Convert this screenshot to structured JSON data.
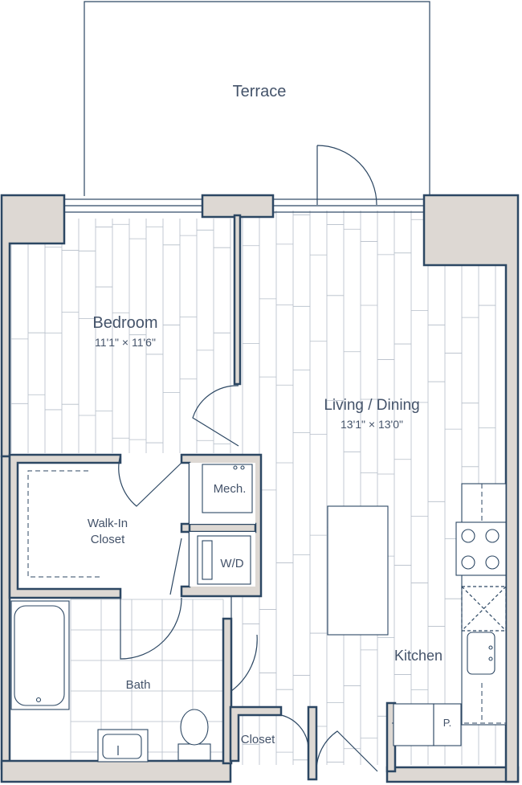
{
  "rooms": {
    "terrace": {
      "name": "Terrace"
    },
    "bedroom": {
      "name": "Bedroom",
      "dims": "11'1\" × 11'6\""
    },
    "living": {
      "name": "Living / Dining",
      "dims": "13'1\" × 13'0\""
    },
    "walkin": {
      "line1": "Walk-In",
      "line2": "Closet"
    },
    "mech": {
      "name": "Mech."
    },
    "wd": {
      "name": "W/D"
    },
    "bath": {
      "name": "Bath"
    },
    "kitchen": {
      "name": "Kitchen"
    },
    "closet": {
      "name": "Closet"
    },
    "pantry": {
      "name": "P."
    }
  },
  "colors": {
    "wall_fill": "#ddd8d3",
    "line": "#2c4763",
    "floor_line": "#b4bdc8",
    "text": "#44536a"
  },
  "icons": [
    "door-swing-icon",
    "window-icon",
    "bathtub-icon",
    "toilet-icon",
    "sink-icon",
    "cooktop-icon",
    "dishwasher-icon",
    "refrigerator-icon",
    "washer-dryer-icon",
    "water-heater-icon"
  ]
}
